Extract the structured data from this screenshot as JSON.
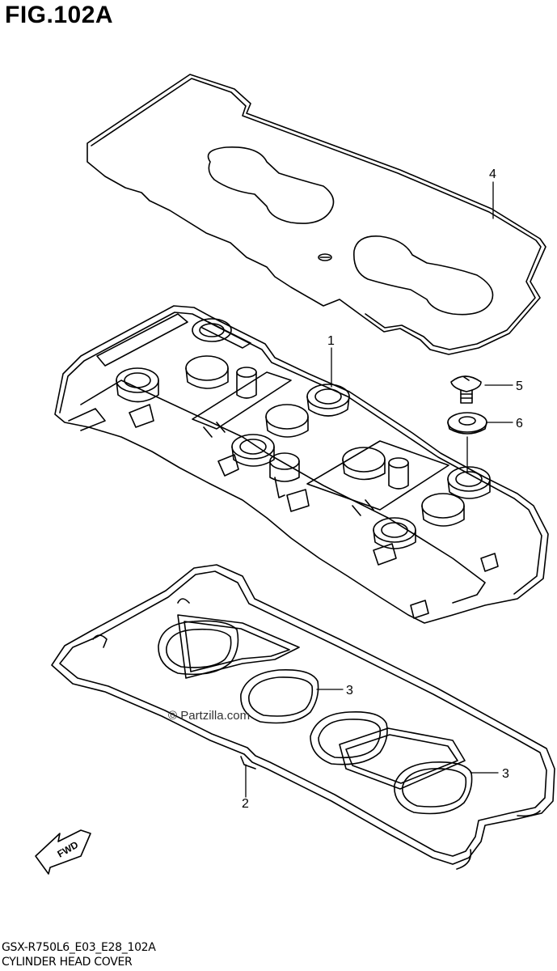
{
  "figure": {
    "title": "FIG.102A",
    "drawing_code": "GSX-R750L6_E03_E28_102A",
    "drawing_name": "CYLINDER HEAD COVER",
    "watermark": "© Partzilla.com",
    "fwd_label": "FWD"
  },
  "callouts": [
    {
      "number": "1"
    },
    {
      "number": "2"
    },
    {
      "number": "3"
    },
    {
      "number": "3"
    },
    {
      "number": "4"
    },
    {
      "number": "5"
    },
    {
      "number": "6"
    }
  ]
}
